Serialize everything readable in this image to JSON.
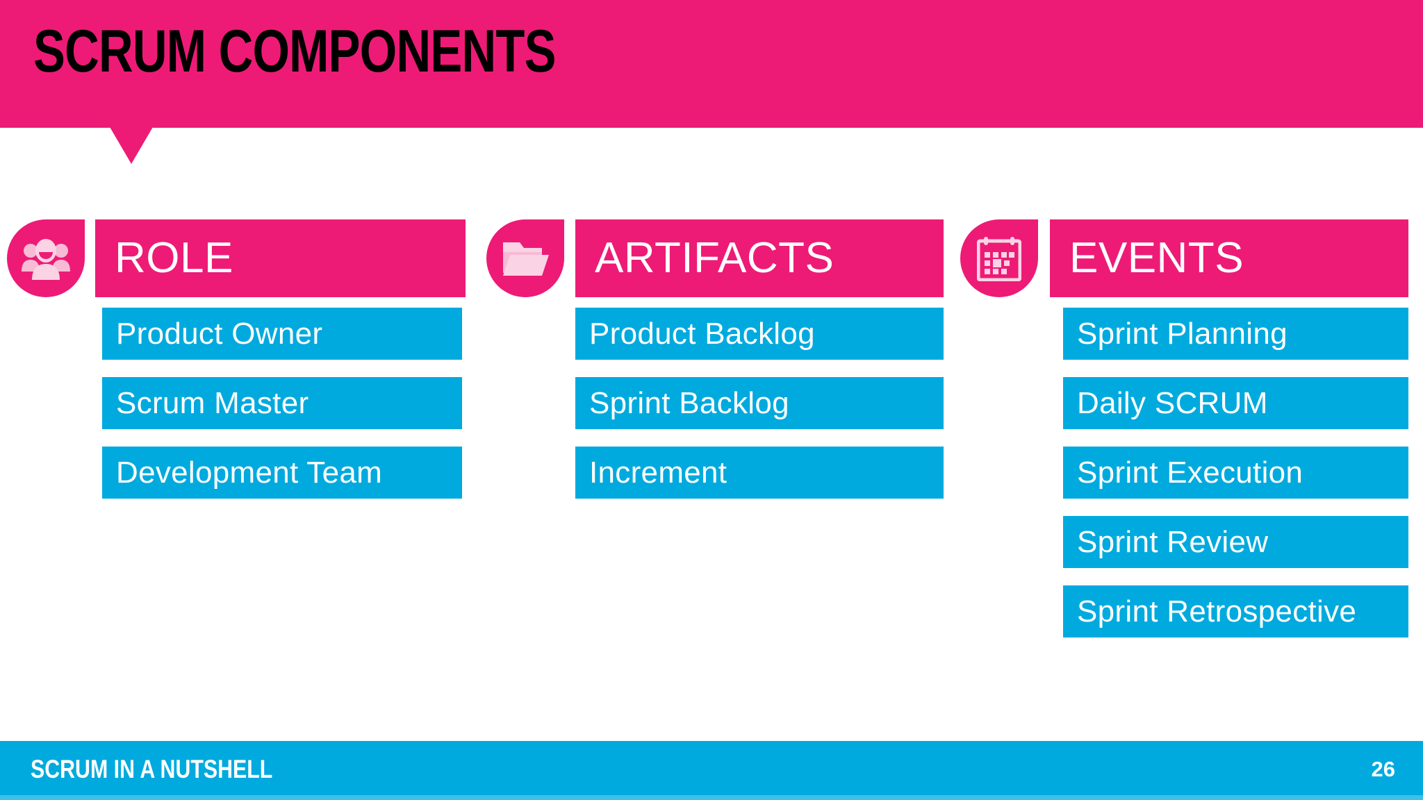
{
  "slide": {
    "title": "SCRUM COMPONENTS",
    "accent_magenta": "#ED1B76",
    "accent_cyan": "#00AADE",
    "icon_tint": "#F7BBD6",
    "title_color": "#000000"
  },
  "columns": [
    {
      "icon": "people-group-icon",
      "header": "ROLE",
      "items": [
        "Product Owner",
        "Scrum Master",
        "Development Team"
      ]
    },
    {
      "icon": "open-folder-icon",
      "header": "ARTIFACTS",
      "items": [
        "Product Backlog",
        "Sprint Backlog",
        "Increment"
      ]
    },
    {
      "icon": "calendar-icon",
      "header": "EVENTS",
      "items": [
        "Sprint Planning",
        "Daily SCRUM",
        "Sprint Execution",
        "Sprint Review",
        "Sprint Retrospective"
      ]
    }
  ],
  "footer": {
    "title": "SCRUM IN A NUTSHELL",
    "page_number": "26"
  }
}
